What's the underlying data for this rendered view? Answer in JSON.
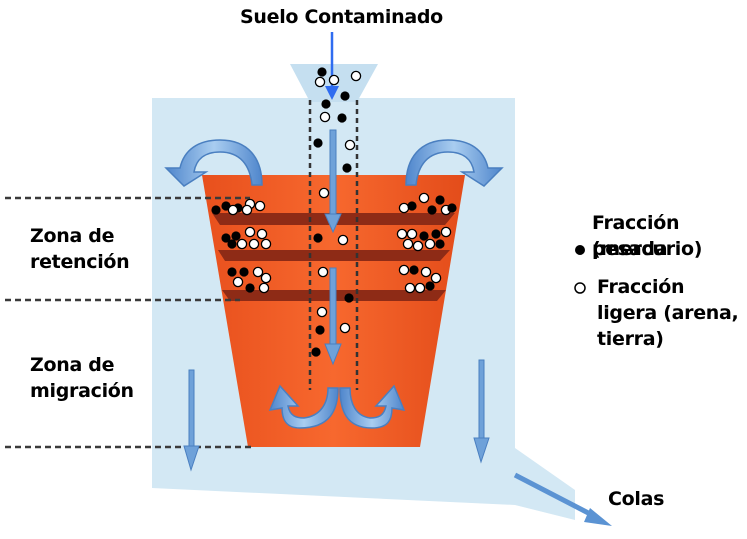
{
  "labels": {
    "input": "Suelo Contaminado",
    "retention_zone": [
      "Zona de",
      "retención"
    ],
    "migration_zone": [
      "Zona de",
      "migración"
    ],
    "output": "Colas"
  },
  "legend": {
    "heavy": {
      "title": "Fracción pesada",
      "detail": "(mercurio)",
      "marker": "filled-dot"
    },
    "light": {
      "lines": [
        "Fracción",
        "ligera (arena,",
        "tierra)"
      ],
      "marker": "hollow-dot"
    }
  },
  "colors": {
    "housing": "#d0e6f3",
    "cone": "#f15a24",
    "shelf": "#8b2a15",
    "arrow": "#5b93d3",
    "arrow_dark": "#2f6cb5",
    "dashed_line": "#333333"
  }
}
